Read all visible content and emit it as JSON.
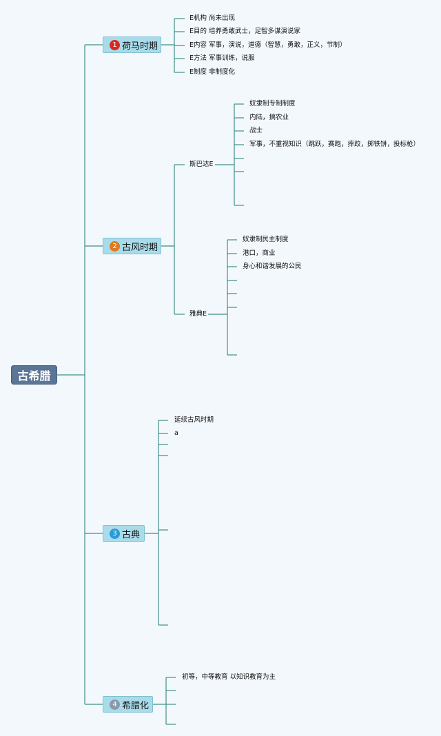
{
  "root": {
    "label": "古希腊"
  },
  "branches": [
    {
      "number": "1",
      "label": "荷马时期",
      "badge_color": "#d82a20",
      "items": [
        "E机构 尚未出现",
        "E目的 培养勇敢武士，足智多谋演说家",
        "E内容 军事，演说，道德（智慧，勇敢，正义，节制）",
        "E方法 军事训练，说服",
        "E制度 非制度化"
      ]
    },
    {
      "number": "2",
      "label": "古风时期",
      "badge_color": "#e07a1e",
      "subs": [
        {
          "label": "斯巴达E",
          "items": [
            "奴隶制专制制度",
            "内陆，搞农业",
            "战士",
            "军事，不重视知识（跳跃，赛跑，摔跤，掷铁饼，投标枪）",
            "",
            "",
            ""
          ]
        },
        {
          "label": "雅典E",
          "items": [
            "奴隶制民主制度",
            "港口，商业",
            "身心和谐发展的公民",
            "",
            "",
            "",
            ""
          ]
        }
      ]
    },
    {
      "number": "3",
      "label": "古典",
      "badge_color": "#2a9ad8",
      "items": [
        "延续古风时期",
        "a",
        "",
        "",
        "",
        ""
      ]
    },
    {
      "number": "4",
      "label": "希腊化",
      "badge_color": "#8b9aa8",
      "items": [
        "初等，中等教育 以知识教育为主",
        "",
        "",
        ""
      ]
    }
  ],
  "colors": {
    "line": "#3f8f86",
    "branch_fill": "#a9dcea",
    "root_fill": "#5b7596"
  }
}
